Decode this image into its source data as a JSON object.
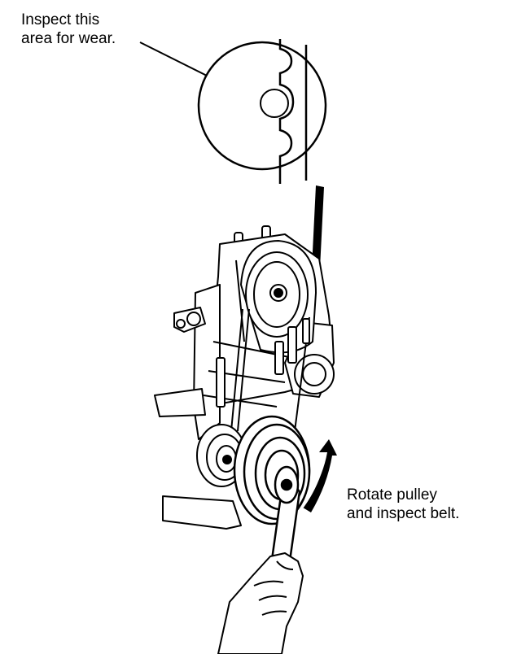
{
  "labels": {
    "inspect_area": [
      "Inspect this",
      "area for wear."
    ],
    "rotate_pulley": [
      "Rotate pulley",
      "and inspect belt."
    ]
  },
  "icons": {
    "magnifier": "detail-circle-icon",
    "rotation": "rotation-arrow-icon"
  },
  "colors": {
    "ink": "#000000",
    "paper": "#ffffff"
  }
}
